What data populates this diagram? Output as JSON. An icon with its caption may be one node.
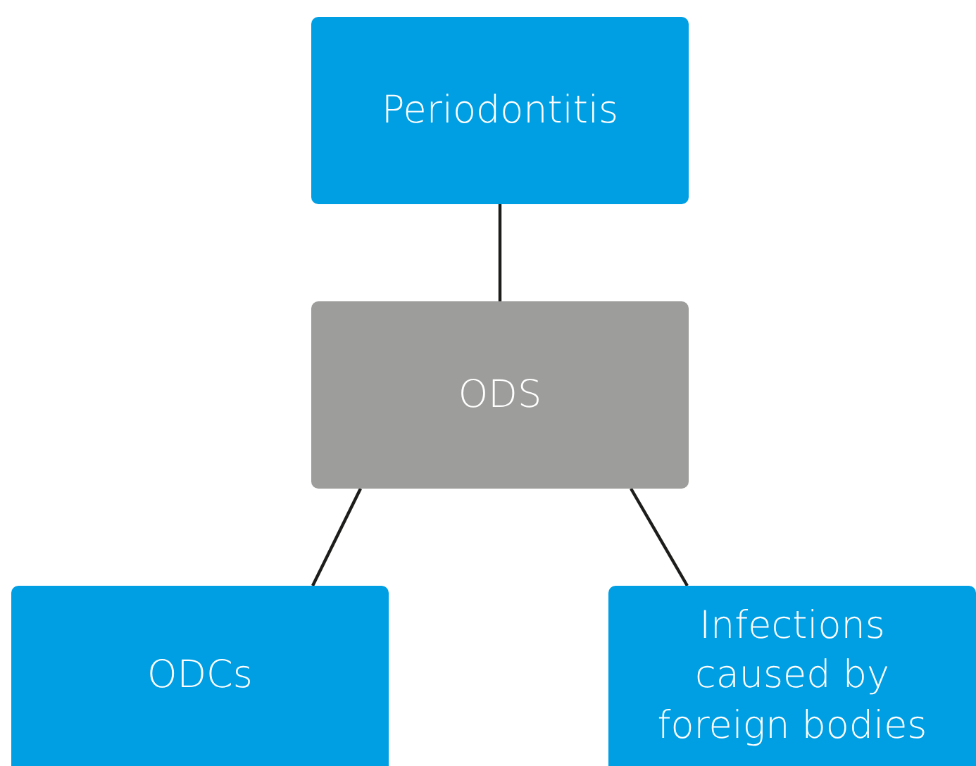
{
  "diagram": {
    "nodes": [
      {
        "text": [
          "Periodontitis"
        ]
      },
      {
        "text": [
          "ODS"
        ]
      },
      {
        "text": [
          "ODCs"
        ]
      },
      {
        "text": [
          "Infections caused by foreign bodies"
        ]
      }
    ],
    "edges": [
      {
        "from": 0,
        "to": 1,
        "arrow": "none"
      },
      {
        "from": 1,
        "to": 2,
        "arrow": "none"
      },
      {
        "from": 1,
        "to": 3,
        "arrow": "none"
      }
    ]
  }
}
